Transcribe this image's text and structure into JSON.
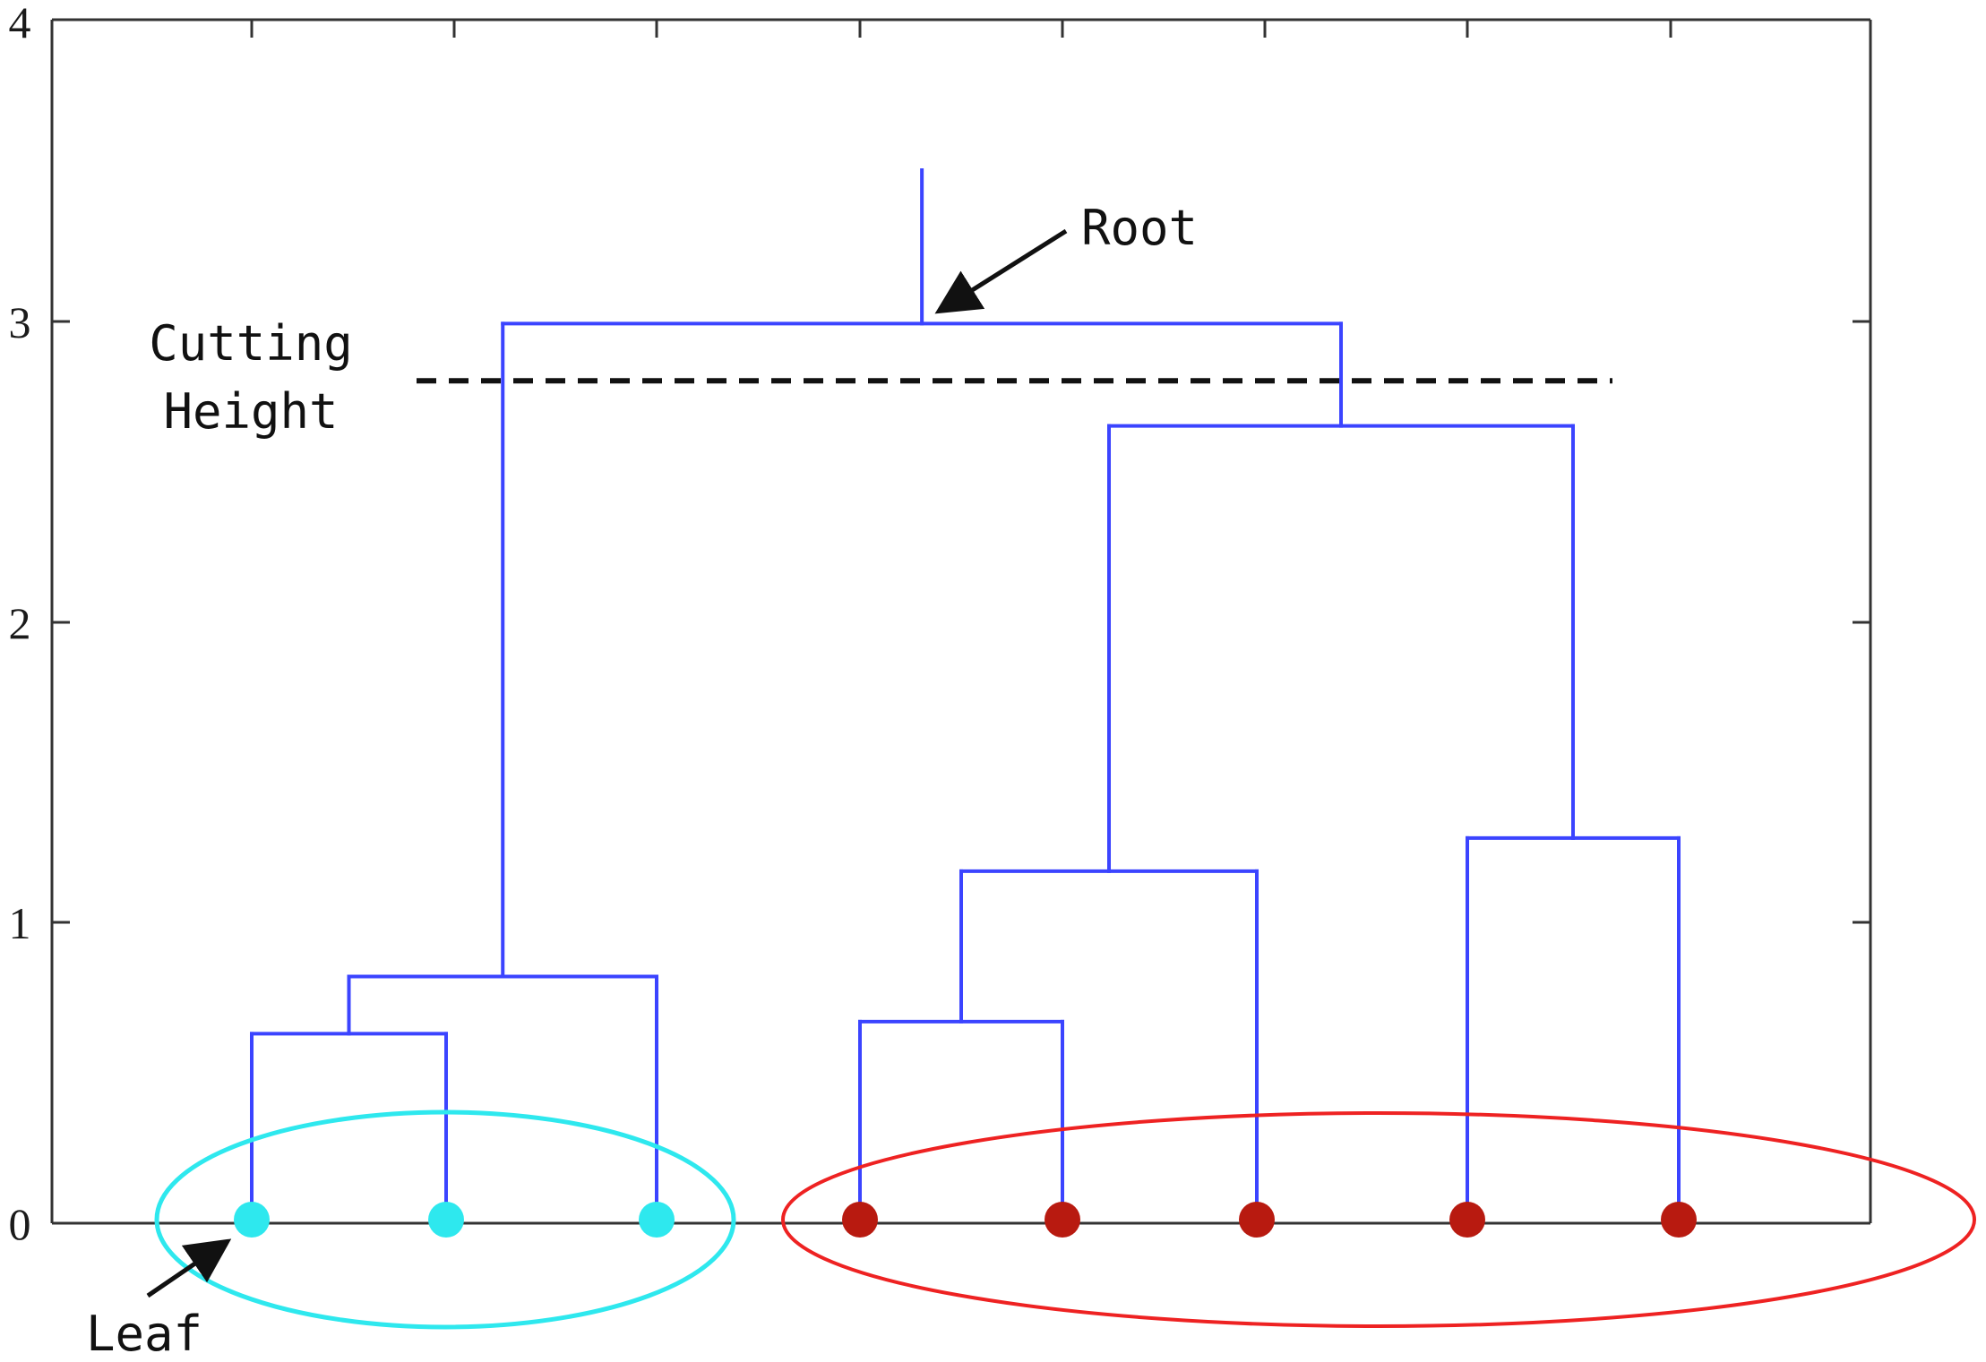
{
  "chart_data": {
    "type": "dendrogram",
    "title": "",
    "xlabel": "",
    "ylabel": "",
    "ylim": [
      0,
      4
    ],
    "y_ticks": [
      "0",
      "1",
      "2",
      "3",
      "4"
    ],
    "leaves": [
      {
        "cluster": "cyan"
      },
      {
        "cluster": "cyan"
      },
      {
        "cluster": "cyan"
      },
      {
        "cluster": "red"
      },
      {
        "cluster": "red"
      },
      {
        "cluster": "red"
      },
      {
        "cluster": "red"
      },
      {
        "cluster": "red"
      }
    ],
    "merges": [
      {
        "left": 0,
        "right": 1,
        "height": 0.63
      },
      {
        "left": "m0",
        "right": 2,
        "height": 0.82
      },
      {
        "left": 3,
        "right": 4,
        "height": 0.67
      },
      {
        "left": "m2",
        "right": 5,
        "height": 1.17
      },
      {
        "left": 6,
        "right": 7,
        "height": 1.28
      },
      {
        "left": "m3",
        "right": "m4",
        "height": 2.65
      },
      {
        "left": "m1",
        "right": "m5",
        "height": 2.99
      }
    ],
    "root_height": 3.5,
    "cutting_height": 2.8,
    "annotations": {
      "root": "Root",
      "cutting": "Cutting\nHeight",
      "leaf": "Leaf"
    }
  },
  "colors": {
    "tree": "#3b44ff",
    "cluster_a": "#2ee8ee",
    "cluster_b": "#b81a10",
    "cluster_b_ring": "#ee2222",
    "axis": "#333333",
    "annotation": "#111111"
  }
}
